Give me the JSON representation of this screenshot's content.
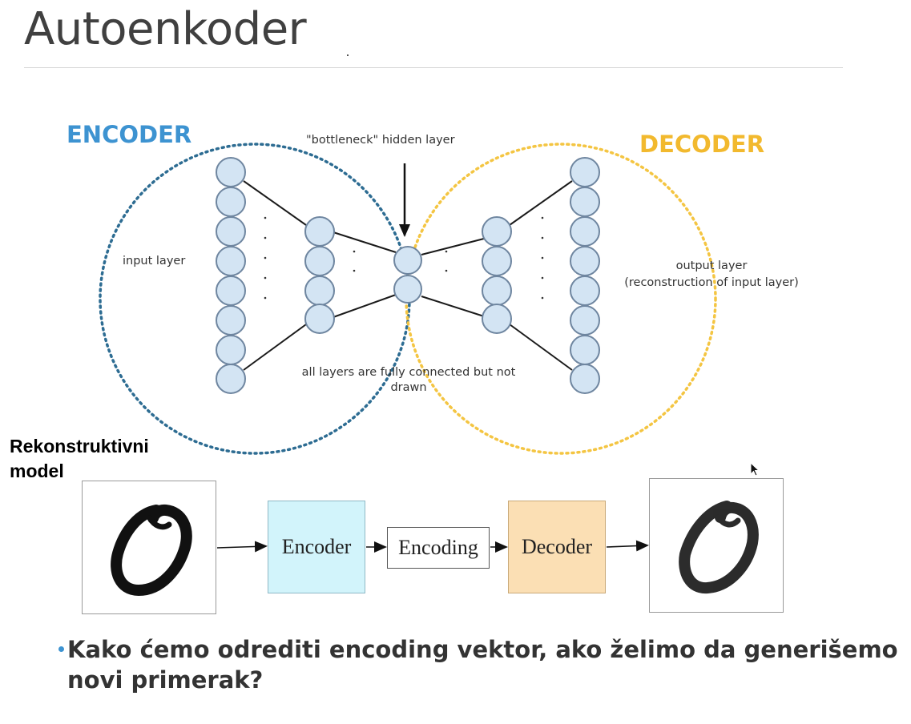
{
  "slide": {
    "title": "Autoenkoder",
    "bullet": "Kako ćemo odrediti encoding vektor, ako želimo da generišemo novi primerak?"
  },
  "diagram": {
    "encoder_label": "ENCODER",
    "decoder_label": "DECODER",
    "bottleneck_label": "\"bottleneck\" hidden layer",
    "input_layer_label": "input layer",
    "output_layer_label": "output layer",
    "output_layer_sub": "(reconstruction of input layer)",
    "fully_connected_label": "all layers are fully connected but not drawn",
    "colors": {
      "encoder": "#3d93d1",
      "decoder": "#f2b92e",
      "encoder_circle": "#2d6c92",
      "decoder_circle": "#f4c542",
      "node_fill": "#d3e4f3",
      "node_stroke": "#6f86a0"
    }
  },
  "flow": {
    "section_label": "Rekonstruktivni model",
    "encoder": "Encoder",
    "encoding": "Encoding",
    "decoder": "Decoder",
    "input_image": "handwritten digit 0 (input)",
    "output_image": "handwritten digit 0 (reconstruction)",
    "colors": {
      "encoder_box": "#d2f4fb",
      "decoder_box": "#fbdfb4"
    }
  },
  "icons": {
    "bullet": "bullet-dot-icon",
    "cursor": "mouse-cursor-icon"
  }
}
